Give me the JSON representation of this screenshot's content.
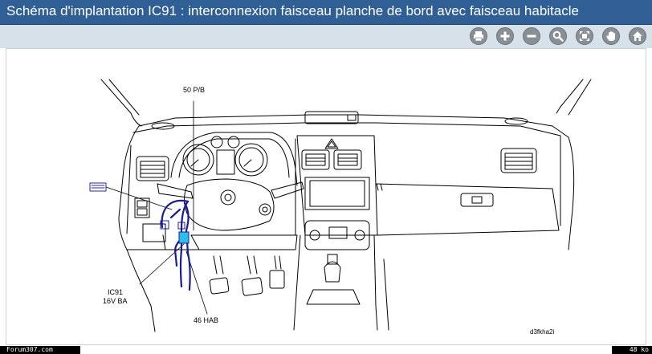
{
  "window": {
    "title": "Schéma d'implantation IC91 : interconnexion faisceau planche de bord avec faisceau habitacle"
  },
  "toolbar": {
    "buttons": [
      {
        "name": "print-button",
        "icon": "printer-icon"
      },
      {
        "name": "zoom-in-button",
        "icon": "plus-icon"
      },
      {
        "name": "zoom-out-button",
        "icon": "minus-icon"
      },
      {
        "name": "zoom-region-button",
        "icon": "magnifier-icon"
      },
      {
        "name": "fit-view-button",
        "icon": "fit-icon"
      },
      {
        "name": "pan-button",
        "icon": "hand-icon"
      },
      {
        "name": "home-button",
        "icon": "home-icon"
      }
    ]
  },
  "diagram": {
    "callouts": {
      "label_50": "50 P/B",
      "label_ic91_line1": "IC91",
      "label_ic91_line2": "16V BA",
      "label_46": "46 HAB"
    },
    "reference": "d3fkha2i",
    "harness_color": "#1a1a9c",
    "connector_color": "#29c0e8"
  },
  "footer": {
    "site": "Forum307.com",
    "size": "48 ko"
  }
}
